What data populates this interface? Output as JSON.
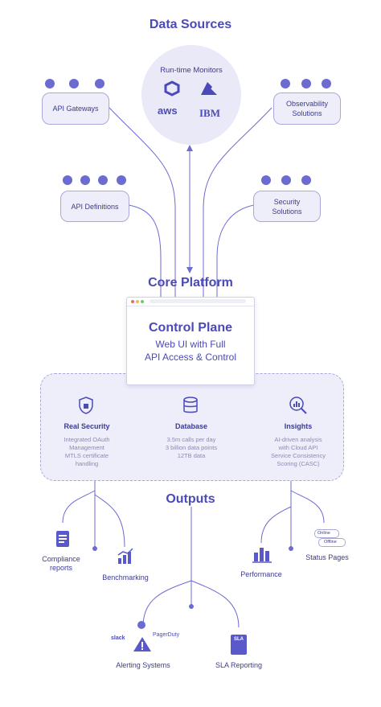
{
  "headings": {
    "data_sources": "Data Sources",
    "core_platform": "Core Platform",
    "outputs": "Outputs"
  },
  "globe": {
    "label": "Run-time Monitors",
    "logos": [
      "aws",
      "IBM"
    ]
  },
  "sources": {
    "api_gateways": "API Gateways",
    "observability": "Observability Solutions",
    "api_definitions": "API Definitions",
    "security": "Security Solutions"
  },
  "control_plane": {
    "title": "Control Plane",
    "line1": "Web UI  with Full",
    "line2": "API Access & Control"
  },
  "features": [
    {
      "title": "Real Security",
      "desc": [
        "Integrated OAuth",
        "Management",
        "MTLS certificate",
        "handling"
      ]
    },
    {
      "title": "Database",
      "desc": [
        "3.5m calls per day",
        "3 billion data points",
        "12TB data"
      ]
    },
    {
      "title": "Insights",
      "desc": [
        "AI-driven analysis",
        "with Cloud API",
        "Service Consistency",
        "Scoring (CASC)"
      ]
    }
  ],
  "outputs": {
    "compliance": "Compliance reports",
    "benchmarking": "Benchmarking",
    "performance": "Performance",
    "status_pages": "Status Pages",
    "alerting": "Alerting Systems",
    "sla": "SLA Reporting",
    "online": "Online",
    "offline": "Offline",
    "slack": "slack",
    "pagerduty": "PagerDuty",
    "sla_icon": "SLA"
  },
  "colors": {
    "accent": "#5a59c9",
    "light": "#eeeefb",
    "border": "#a9a8dc"
  }
}
